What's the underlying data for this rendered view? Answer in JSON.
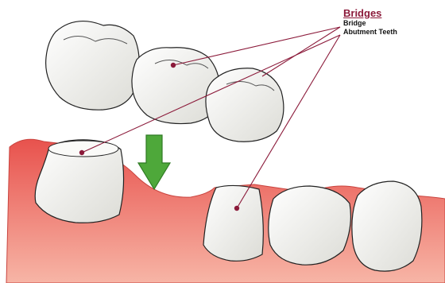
{
  "legend": {
    "title": "Bridges",
    "items": [
      "Bridge",
      "Abutment Teeth"
    ]
  },
  "colors": {
    "gum": "#ec5e57",
    "gum_light": "#f6a79a",
    "tooth": "#f4f4f1",
    "tooth_shade": "#d9d9d3",
    "arrow": "#4ea83a",
    "leader": "#8b1a3a",
    "title": "#8b1a3a"
  },
  "icons": {
    "arrow": "down-arrow-icon"
  }
}
